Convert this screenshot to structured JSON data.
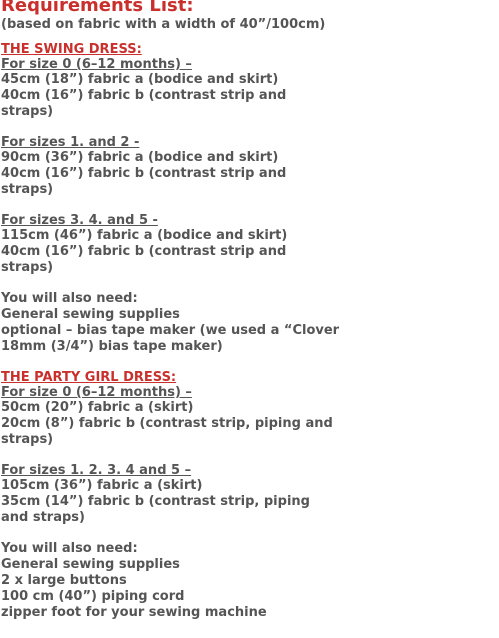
{
  "title": "Requirements List:",
  "subtitle": "(based on fabric with a width of 40”/100cm)",
  "swing": {
    "title": "THE SWING DRESS:",
    "size0": {
      "label": "For size 0 (6–12 months) –",
      "lines": [
        "45cm (18”) fabric a (bodice and skirt)",
        "40cm (16”) fabric b (contrast strip and",
        "straps)"
      ]
    },
    "size12": {
      "label": "For sizes 1. and 2 -",
      "lines": [
        "90cm (36”) fabric a (bodice and skirt)",
        "40cm (16”) fabric b (contrast strip and",
        "straps)"
      ]
    },
    "size345": {
      "label": "For sizes 3. 4. and 5 -",
      "lines": [
        "115cm (46”) fabric a (bodice and skirt)",
        "40cm (16”) fabric b (contrast strip and",
        "straps)"
      ]
    },
    "also": {
      "heading": "You will also need:",
      "lines": [
        "General sewing supplies",
        "optional – bias tape maker (we used a “Clover",
        "18mm (3/4”) bias tape maker)"
      ]
    }
  },
  "party": {
    "title": "THE PARTY GIRL DRESS:",
    "size0": {
      "label": "For size 0 (6–12 months) –",
      "lines": [
        "50cm (20”) fabric a (skirt)",
        "20cm (8”) fabric b (contrast strip, piping and",
        "straps)"
      ]
    },
    "size12345": {
      "label": "For sizes 1. 2. 3. 4 and 5 –",
      "lines": [
        "105cm (36”) fabric a (skirt)",
        "35cm (14”) fabric b (contrast strip, piping",
        "and straps)"
      ]
    },
    "also": {
      "heading": "You will also need:",
      "lines": [
        "General sewing supplies",
        "2 x large buttons",
        "100 cm (40”) piping cord",
        "zipper foot for your sewing machine"
      ]
    }
  },
  "colors": {
    "accent": "#c9302c",
    "text": "#555555",
    "background": "#ffffff"
  }
}
